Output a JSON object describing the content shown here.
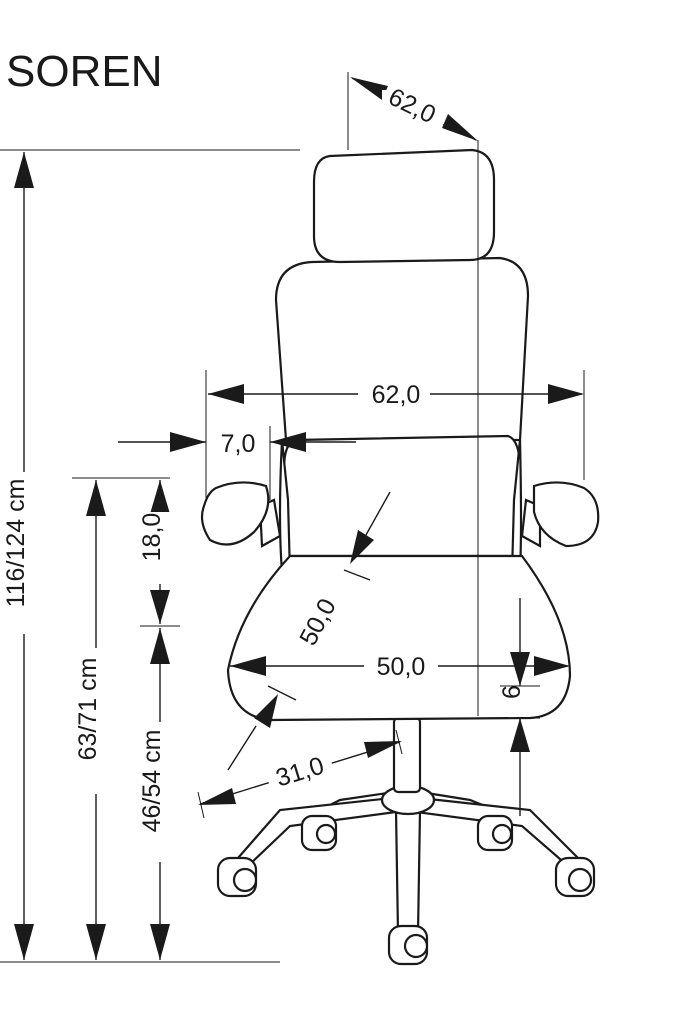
{
  "title": "SOREN",
  "dimensions": {
    "depth_top": "62,0",
    "width": "62,0",
    "armrest_gap": "7,0",
    "backrest_to_seat": "18,0",
    "seat_depth": "50,0",
    "seat_width": "50,0",
    "seat_thickness": "6",
    "base_radius": "31,0",
    "total_height": "116/124 cm",
    "armrest_height": "63/71 cm",
    "seat_height": "46/54 cm"
  },
  "colors": {
    "ink": "#1a1a1a",
    "background": "#ffffff"
  }
}
